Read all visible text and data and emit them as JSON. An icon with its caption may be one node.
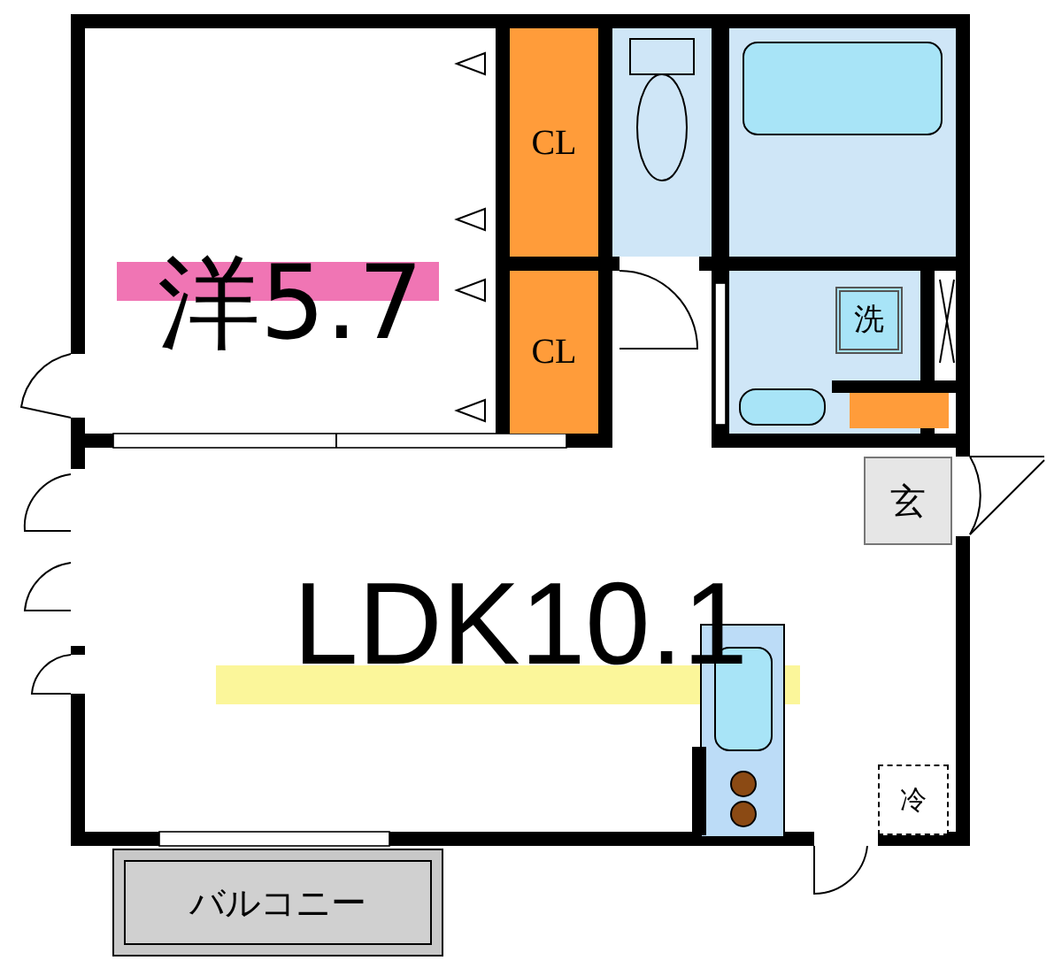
{
  "diagram": {
    "nodes": [
      {
        "text": [
          "洋5.7"
        ]
      },
      {
        "text": [
          "CL"
        ]
      },
      {
        "text": [
          "CL"
        ]
      },
      {
        "text": [
          "洗"
        ]
      },
      {
        "text": [
          "玄"
        ]
      },
      {
        "text": [
          "LDK10.1"
        ]
      },
      {
        "text": [
          "冷"
        ]
      },
      {
        "text": [
          "バルコニー"
        ]
      }
    ]
  }
}
